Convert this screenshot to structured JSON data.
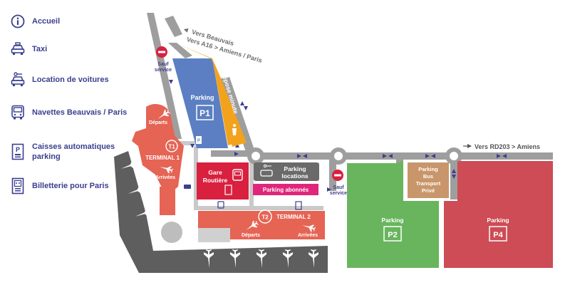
{
  "colors": {
    "navy": "#3b3f8f",
    "road": "#6d6d6d",
    "terminal": "#e56454",
    "parking_p1": "#5b7fc2",
    "depose": "#f2a31b",
    "gare": "#d9203f",
    "abonnes": "#e0267a",
    "locations": "#6a6a6a",
    "p2": "#69b55e",
    "p4": "#cd4c55",
    "bus": "#c8966a"
  },
  "legend": [
    {
      "icon": "info-icon",
      "label": "Accueil"
    },
    {
      "icon": "taxi-icon",
      "label": "Taxi"
    },
    {
      "icon": "car-rental-icon",
      "label": "Location de voitures"
    },
    {
      "icon": "bus-icon",
      "label": "Navettes Beauvais / Paris"
    },
    {
      "icon": "payment-machine-icon",
      "label": "Caisses automatiques parking"
    },
    {
      "icon": "ticket-office-icon",
      "label": "Billetterie pour Paris"
    }
  ],
  "map": {
    "directions": {
      "north_line1": "Vers Beauvais",
      "north_line2": "Vers A16 > Amiens / Paris",
      "east": "Vers RD203 > Amiens"
    },
    "sauf_service": {
      "line1": "Sauf",
      "line2": "service"
    },
    "p1": {
      "label": "Parking",
      "badge": "P1"
    },
    "depose": {
      "label": "Dépose minute"
    },
    "terminal1": {
      "label": "TERMINAL 1",
      "badge": "T1",
      "departs": "Départs",
      "arrivees": "Arrivées"
    },
    "terminal2": {
      "label": "TERMINAL 2",
      "badge": "T2",
      "departs": "Départs",
      "arrivees": "Arrivées"
    },
    "gare": {
      "line1": "Gare",
      "line2": "Routière"
    },
    "locations": {
      "line1": "Parking",
      "line2": "locations"
    },
    "abonnes": {
      "label": "Parking abonnés"
    },
    "bus": {
      "line1": "Parking",
      "line2": "Bus",
      "line3": "Transport",
      "line4": "Privé"
    },
    "p2": {
      "label": "Parking",
      "badge": "P2"
    },
    "p4": {
      "label": "Parking",
      "badge": "P4"
    }
  }
}
